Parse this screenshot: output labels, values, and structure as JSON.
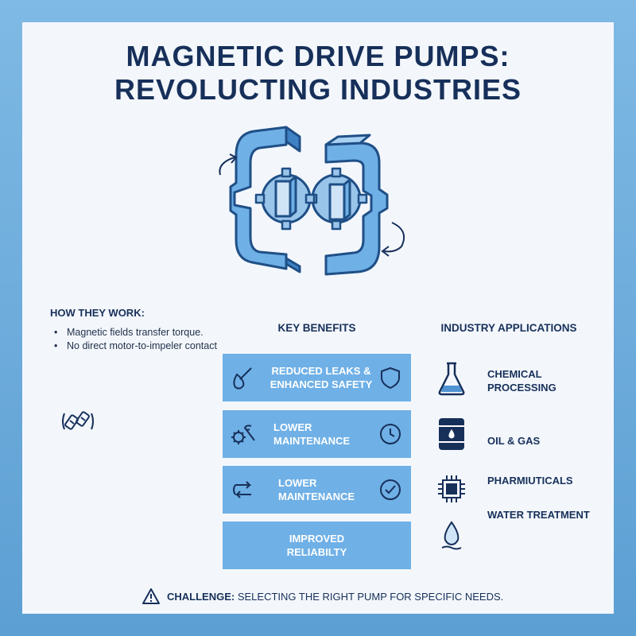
{
  "title": {
    "line1": "MAGNETIC DRIVE PUMPS:",
    "line2": "REVOLUCTING INDUSTRIES"
  },
  "how": {
    "heading": "HOW THEY WORK:",
    "items": [
      "Magnetic fields transfer torque.",
      "No direct motor-to-impeler contact"
    ]
  },
  "benefits": {
    "heading": "KEY BENEFITS",
    "items": [
      {
        "label": "REDUCED LEAKS &\nENHANCED SAFETY",
        "icon_left": "leak-drop-icon",
        "icon_right": "shield-icon"
      },
      {
        "label": "LOWER\nMAINTENANCE",
        "icon_left": "gear-wrench-icon",
        "icon_right": "clock-icon"
      },
      {
        "label": "LOWER\nMAINTENANCE",
        "icon_left": "transfer-arrows-icon",
        "icon_right": "checkmark-icon"
      },
      {
        "label": "IMPROVED\nRELIABILTY"
      }
    ]
  },
  "applications": {
    "heading": "INDUSTRY APPLICATIONS",
    "items": [
      {
        "label": "CHEMICAL\nPROCESSING",
        "icon": "flask-icon"
      },
      {
        "label": "OIL & GAS",
        "icon": "oil-barrel-icon"
      },
      {
        "label": "PHARMIUTICALS",
        "icon": "microchip-icon"
      },
      {
        "label": "WATER TREATMENT",
        "icon": "water-drop-icon"
      }
    ]
  },
  "challenge": {
    "prefix": "CHALLENGE:",
    "text": " SELECTING THE RIGHT PUMP FOR SPECIFIC NEEDS."
  },
  "colors": {
    "navy": "#17305a",
    "benefit_box": "#6fb0e6",
    "accent_blue": "#4f93d2",
    "background": "#f3f7fc"
  }
}
